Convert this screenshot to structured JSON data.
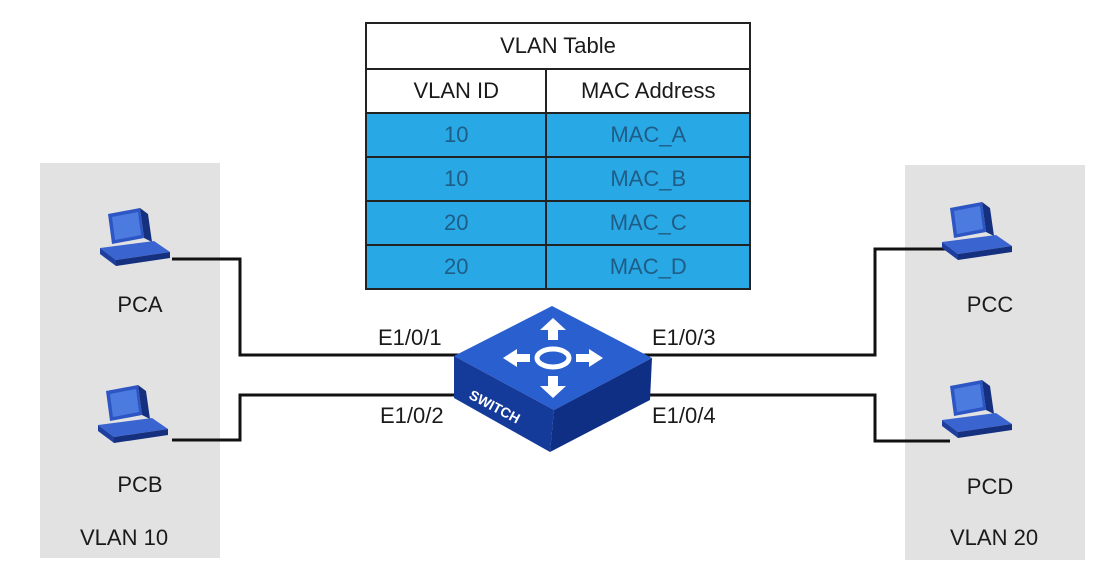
{
  "table": {
    "title": "VLAN Table",
    "headers": [
      "VLAN ID",
      "MAC Address"
    ],
    "rows": [
      [
        "10",
        "MAC_A"
      ],
      [
        "10",
        "MAC_B"
      ],
      [
        "20",
        "MAC_C"
      ],
      [
        "20",
        "MAC_D"
      ]
    ],
    "row_color": "#29a8e6"
  },
  "hosts": {
    "pca": "PCA",
    "pcb": "PCB",
    "pcc": "PCC",
    "pcd": "PCD"
  },
  "groups": {
    "left": "VLAN 10",
    "right": "VLAN 20"
  },
  "ports": {
    "p1": "E1/0/1",
    "p2": "E1/0/2",
    "p3": "E1/0/3",
    "p4": "E1/0/4"
  },
  "switch_label": "SWITCH",
  "colors": {
    "switch": "#1f49b0",
    "pc": "#1e3fa0",
    "group_bg": "#e2e2e2"
  },
  "icons": [
    "computer-icon",
    "switch-icon"
  ]
}
